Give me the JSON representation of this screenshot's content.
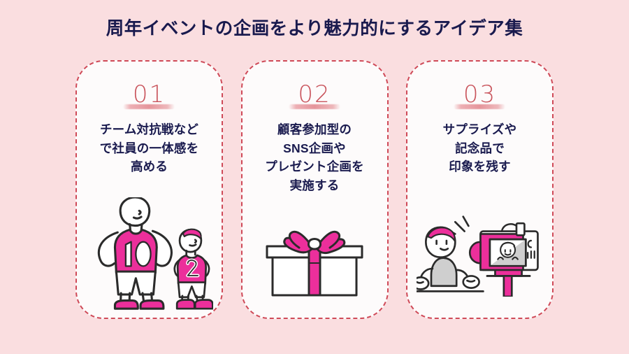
{
  "slide": {
    "title": "周年イベントの企画をより魅力的にするアイデア集",
    "background_color": "#fadee0",
    "title_color": "#191a4e",
    "card_background_color": "#fdfbfb",
    "card_border_color": "#cf4a58",
    "accent_magenta": "#ec2f9b",
    "number_color": "#c9545c"
  },
  "cards": [
    {
      "number": "01",
      "text_lines": [
        "チーム対抗戦など",
        "で社員の一体感を",
        "高める"
      ],
      "illustration_name": "two-sports-players-illustration",
      "illustration_details": {
        "adult_jersey_number": "10",
        "child_jersey_number": "2"
      }
    },
    {
      "number": "02",
      "text_lines": [
        "顧客参加型の",
        "SNS企画や",
        "プレゼント企画を",
        "実施する"
      ],
      "illustration_name": "gift-box-with-ribbon-illustration"
    },
    {
      "number": "03",
      "text_lines": [
        "サプライズや",
        "記念品で",
        "印象を残す"
      ],
      "illustration_name": "surprised-person-with-video-camera-illustration"
    }
  ]
}
